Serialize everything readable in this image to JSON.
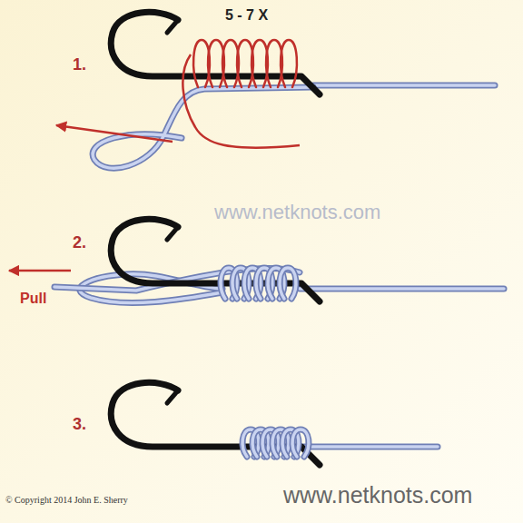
{
  "diagram": {
    "labels": [
      "1.",
      "5 - 7 X",
      "www.netknots.com",
      "2.",
      "Pull",
      "3.",
      "© Copyright 2014 John E. Sherry",
      "www.netknots.com"
    ]
  }
}
